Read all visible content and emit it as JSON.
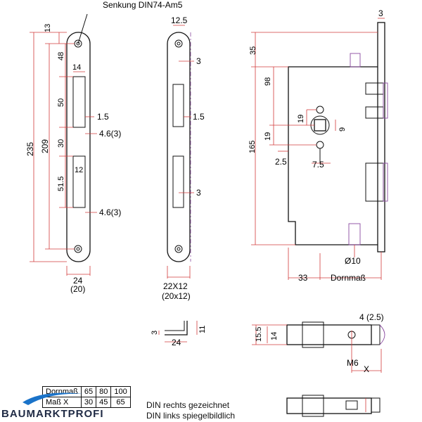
{
  "faceplate": {
    "countersink_label": "Senkung DIN74-Am5",
    "dims": {
      "top_hole": "13",
      "total_height": "235",
      "hole_spacing": "209",
      "to_cutout": "48",
      "cutout1_height": "50",
      "gap_between": "30",
      "cutout2_height": "51.5",
      "cutout_width": "14",
      "depth1": "1.5",
      "offset1": "4.6(3)",
      "offset2": "4.6(3)",
      "cutout2_width": "12",
      "width": "24",
      "width_alt": "(20)"
    }
  },
  "strike": {
    "dims": {
      "top_width": "12.5",
      "d1": "3",
      "d2": "1.5",
      "d3": "3",
      "size": "22X12",
      "size_alt": "(20x12)"
    },
    "angle": {
      "left": "3",
      "right": "11",
      "bottom": "24"
    }
  },
  "lock_body": {
    "dims": {
      "plate_thickness": "3",
      "top": "35",
      "upper": "98",
      "spindle_h": "19",
      "spindle_sq": "9",
      "lower": "19",
      "height": "165",
      "keyhole_w": "2.5",
      "keyhole_off": "7.5",
      "rose": "Ø10",
      "backset_fix": "33",
      "backset": "Dornmaß"
    }
  },
  "latch": {
    "dims": {
      "height_outer": "15.5",
      "height_inner": "14",
      "thread": "4 (2.5)",
      "screw": "M6",
      "x": "X"
    }
  },
  "table": {
    "row1_label": "Dornmaß",
    "row1_values": [
      "65",
      "80",
      "100"
    ],
    "row2_label": "Maß X",
    "row2_values": [
      "30",
      "45",
      "65"
    ]
  },
  "notes": {
    "line1": "DIN rechts gezeichnet",
    "line2": "DIN links spiegelbildlich"
  },
  "brand": "BAUMARKTPROFI"
}
